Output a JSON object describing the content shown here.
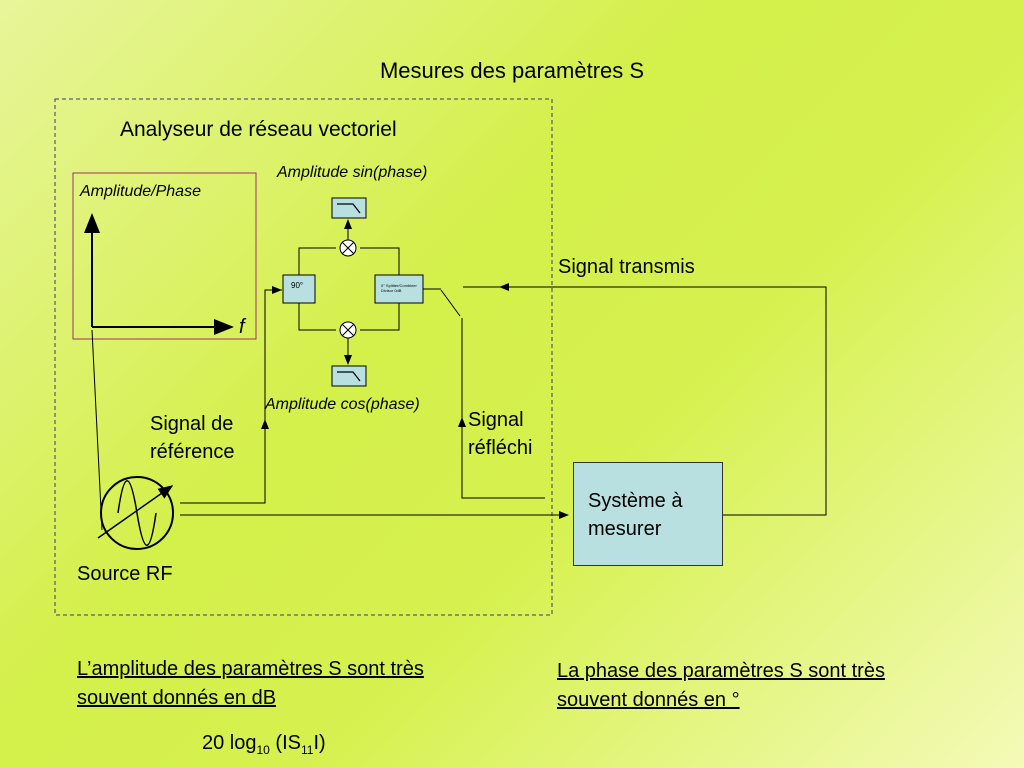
{
  "title": "Mesures des paramètres S",
  "vna": {
    "title": "Analyseur de réseau vectoriel",
    "plot_ylabel": "Amplitude/Phase",
    "plot_xlabel": "f",
    "sin_label": "Amplitude sin(phase)",
    "cos_label": "Amplitude cos(phase)",
    "phase_shifter_label": "90°",
    "splitter_label": "0° Splitter/Combiner Divisor 0dB"
  },
  "labels": {
    "ref_signal_line1": "Signal de",
    "ref_signal_line2": "référence",
    "reflected_line1": "Signal",
    "reflected_line2": "réfléchi",
    "transmitted": "Signal transmis",
    "source": "Source RF",
    "system_line1": "Système à",
    "system_line2": "mesurer"
  },
  "notes": {
    "amplitude_line1": "L’amplitude des paramètres S sont très",
    "amplitude_line2": "souvent donnés en dB",
    "phase_line1": "La phase des paramètres S sont très",
    "phase_line2": "souvent donnés en °",
    "formula_prefix": "20 log",
    "formula_base": "10",
    "formula_open": " (IS",
    "formula_sub": "11",
    "formula_close": "I)"
  },
  "colors": {
    "system_box": "#b8e0e0",
    "plot_frame": "#a0306a",
    "vna_border": "#3a3a6a",
    "block_fill": "#b8e0e0"
  }
}
